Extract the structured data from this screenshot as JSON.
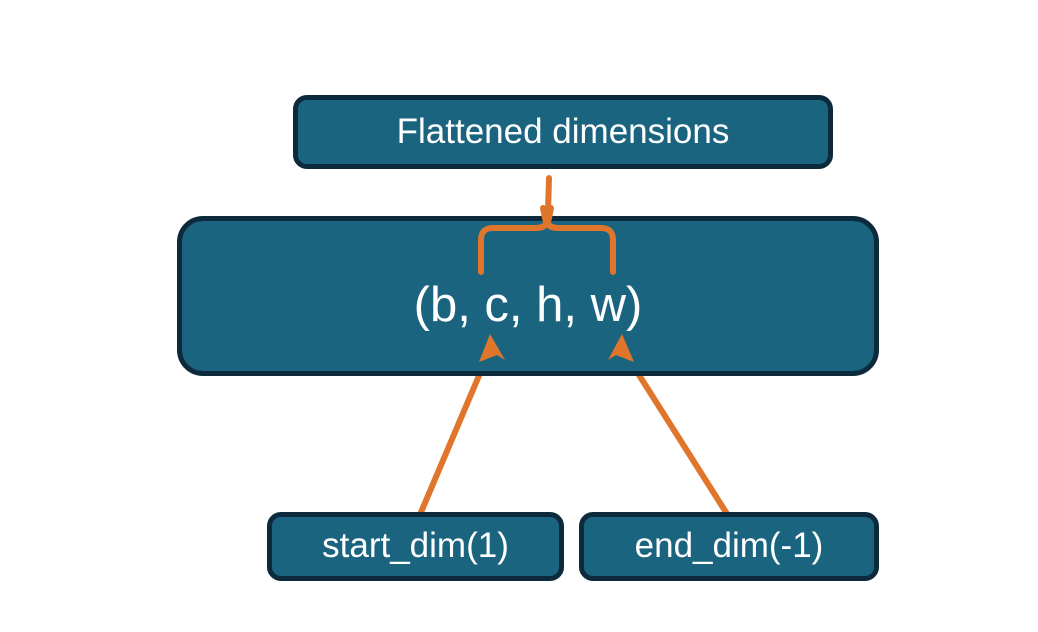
{
  "diagram": {
    "title": "Flattened dimensions",
    "background_color": "#ffffff",
    "node_fill_color": "#1B6480",
    "node_border_color": "#0C2A3C",
    "node_text_color": "#ffffff",
    "connector_color": "#E0762B",
    "nodes": [
      {
        "id": "flattened",
        "label": "Flattened dimensions"
      },
      {
        "id": "shape",
        "label": "(b, c, h, w)"
      },
      {
        "id": "start_dim",
        "label": "start_dim(1)"
      },
      {
        "id": "end_dim",
        "label": "end_dim(-1)"
      }
    ],
    "connectors": [
      {
        "id": "brace",
        "type": "curly-brace",
        "from": "shape",
        "to": "flattened"
      },
      {
        "id": "start-dim-arrow",
        "type": "arrow",
        "from": "start_dim",
        "to": "shape"
      },
      {
        "id": "end-dim-arrow",
        "type": "arrow",
        "from": "end_dim",
        "to": "shape"
      }
    ]
  }
}
